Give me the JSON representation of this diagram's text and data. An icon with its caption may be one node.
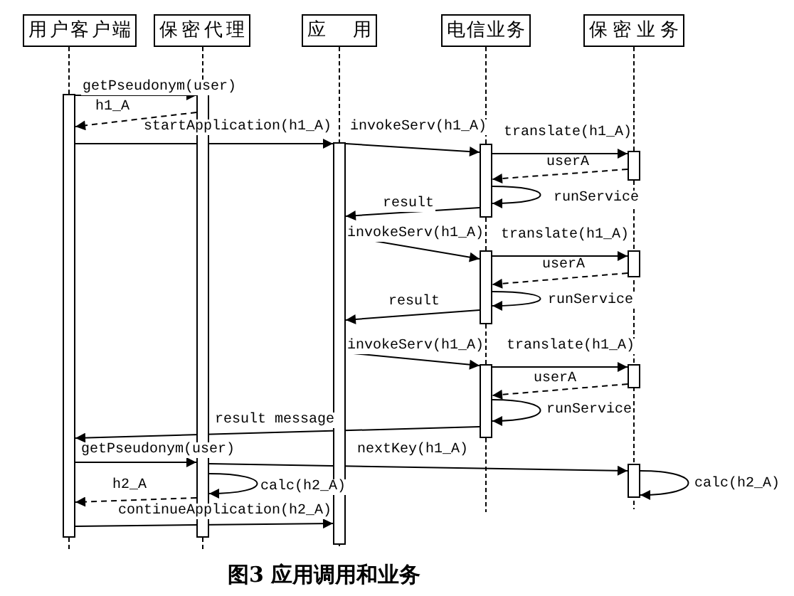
{
  "diagram": {
    "caption": "图3 应用调用和业务",
    "nodes": [
      {
        "text": [
          "用户客户端"
        ]
      },
      {
        "text": [
          "保密代理"
        ]
      },
      {
        "text": [
          "应 用"
        ]
      },
      {
        "text": [
          "电信业务"
        ]
      },
      {
        "text": [
          "保密业务"
        ]
      },
      {
        "text": [],
        "shape": "bar"
      },
      {
        "text": [],
        "shape": "bar"
      },
      {
        "text": [],
        "shape": "bar"
      },
      {
        "text": [],
        "shape": "bar"
      },
      {
        "text": [],
        "shape": "bar"
      },
      {
        "text": [],
        "shape": "bar"
      },
      {
        "text": [],
        "shape": "bar"
      },
      {
        "text": [],
        "shape": "bar"
      },
      {
        "text": [],
        "shape": "bar"
      },
      {
        "text": [],
        "shape": "bar"
      }
    ],
    "edges": [
      {
        "from": 5,
        "to": 6,
        "arrow": "to",
        "label": "getPseudonym(user)"
      },
      {
        "from": 6,
        "to": 5,
        "arrow": "to",
        "label": "h1_A",
        "style": "dashed"
      },
      {
        "from": 5,
        "to": 7,
        "arrow": "to",
        "label": "startApplication(h1_A)"
      },
      {
        "from": 7,
        "to": 8,
        "arrow": "to",
        "label": "invokeServ(h1_A)"
      },
      {
        "from": 8,
        "to": 11,
        "arrow": "to",
        "label": "translate(h1_A)"
      },
      {
        "from": 11,
        "to": 8,
        "arrow": "to",
        "label": "userA",
        "style": "dashed"
      },
      {
        "from": 8,
        "to": 8,
        "arrow": "to",
        "label": "runService"
      },
      {
        "from": 8,
        "to": 7,
        "arrow": "to",
        "label": "result"
      },
      {
        "from": 7,
        "to": 9,
        "arrow": "to",
        "label": "invokeServ(h1_A)"
      },
      {
        "from": 9,
        "to": 12,
        "arrow": "to",
        "label": "translate(h1_A)"
      },
      {
        "from": 12,
        "to": 9,
        "arrow": "to",
        "label": "userA",
        "style": "dashed"
      },
      {
        "from": 9,
        "to": 9,
        "arrow": "to",
        "label": "runService"
      },
      {
        "from": 9,
        "to": 7,
        "arrow": "to",
        "label": "result"
      },
      {
        "from": 7,
        "to": 10,
        "arrow": "to",
        "label": "invokeServ(h1_A)"
      },
      {
        "from": 10,
        "to": 13,
        "arrow": "to",
        "label": "translate(h1_A)"
      },
      {
        "from": 13,
        "to": 10,
        "arrow": "to",
        "label": "userA",
        "style": "dashed"
      },
      {
        "from": 10,
        "to": 10,
        "arrow": "to",
        "label": "runService"
      },
      {
        "from": 10,
        "to": 5,
        "arrow": "to",
        "label": "result message"
      },
      {
        "from": 5,
        "to": 6,
        "arrow": "to",
        "label": "getPseudonym(user)"
      },
      {
        "from": 6,
        "to": 14,
        "arrow": "to",
        "label": "nextKey(h1_A)"
      },
      {
        "from": 6,
        "to": 6,
        "arrow": "to",
        "label": "calc(h2_A)"
      },
      {
        "from": 14,
        "to": 14,
        "arrow": "to",
        "label": "calc(h2_A)"
      },
      {
        "from": 6,
        "to": 5,
        "arrow": "to",
        "label": "h2_A",
        "style": "dashed"
      },
      {
        "from": 5,
        "to": 7,
        "arrow": "to",
        "label": "continueApplication(h2_A)"
      },
      {
        "from": 0,
        "to": 5,
        "arrow": "none",
        "style": "dashed"
      },
      {
        "from": 1,
        "to": 6,
        "arrow": "none",
        "style": "dashed"
      },
      {
        "from": 2,
        "to": 7,
        "arrow": "none",
        "style": "dashed"
      },
      {
        "from": 3,
        "to": 8,
        "arrow": "none",
        "style": "dashed"
      },
      {
        "from": 4,
        "to": 11,
        "arrow": "none",
        "style": "dashed"
      }
    ]
  }
}
